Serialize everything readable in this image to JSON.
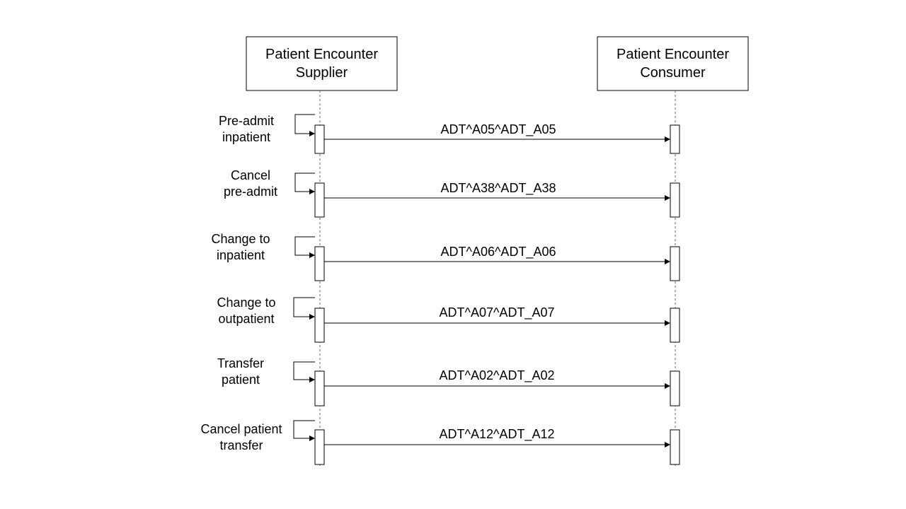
{
  "participants": {
    "supplier": {
      "line1": "Patient Encounter",
      "line2": "Supplier"
    },
    "consumer": {
      "line1": "Patient Encounter",
      "line2": "Consumer"
    }
  },
  "interactions": [
    {
      "note_line1": "Pre-admit",
      "note_line2": "inpatient",
      "message": "ADT^A05^ADT_A05"
    },
    {
      "note_line1": "Cancel",
      "note_line2": "pre-admit",
      "message": "ADT^A38^ADT_A38"
    },
    {
      "note_line1": "Change to",
      "note_line2": "inpatient",
      "message": "ADT^A06^ADT_A06"
    },
    {
      "note_line1": "Change to",
      "note_line2": "outpatient",
      "message": "ADT^A07^ADT_A07"
    },
    {
      "note_line1": "Transfer",
      "note_line2": "patient",
      "message": "ADT^A02^ADT_A02"
    },
    {
      "note_line1": "Cancel patient",
      "note_line2": "transfer",
      "message": "ADT^A12^ADT_A12"
    }
  ]
}
